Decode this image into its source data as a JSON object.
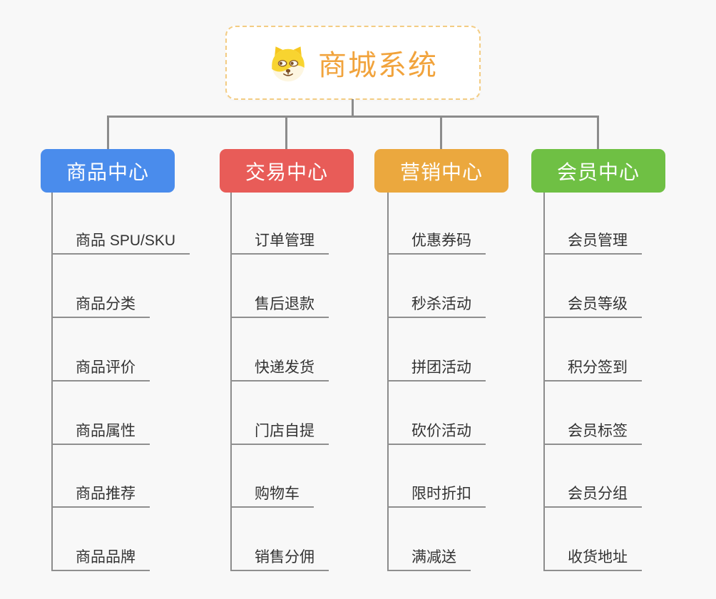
{
  "colors": {
    "background": "#f8f8f8",
    "line": "#8c8c8c",
    "underline": "#8f8f8f"
  },
  "root": {
    "title": "商城系统",
    "text_color": "#f1a33c",
    "border_color": "#f3cc83",
    "icon": "doge-icon"
  },
  "branches": [
    {
      "label": "商品中心",
      "color": "#4a8cec",
      "children": [
        "商品 SPU/SKU",
        "商品分类",
        "商品评价",
        "商品属性",
        "商品推荐",
        "商品品牌"
      ]
    },
    {
      "label": "交易中心",
      "color": "#e85c58",
      "children": [
        "订单管理",
        "售后退款",
        "快递发货",
        "门店自提",
        "购物车",
        "销售分佣"
      ]
    },
    {
      "label": "营销中心",
      "color": "#eba83e",
      "children": [
        "优惠券码",
        "秒杀活动",
        "拼团活动",
        "砍价活动",
        "限时折扣",
        "满减送"
      ]
    },
    {
      "label": "会员中心",
      "color": "#6fc044",
      "children": [
        "会员管理",
        "会员等级",
        "积分签到",
        "会员标签",
        "会员分组",
        "收货地址"
      ]
    }
  ]
}
